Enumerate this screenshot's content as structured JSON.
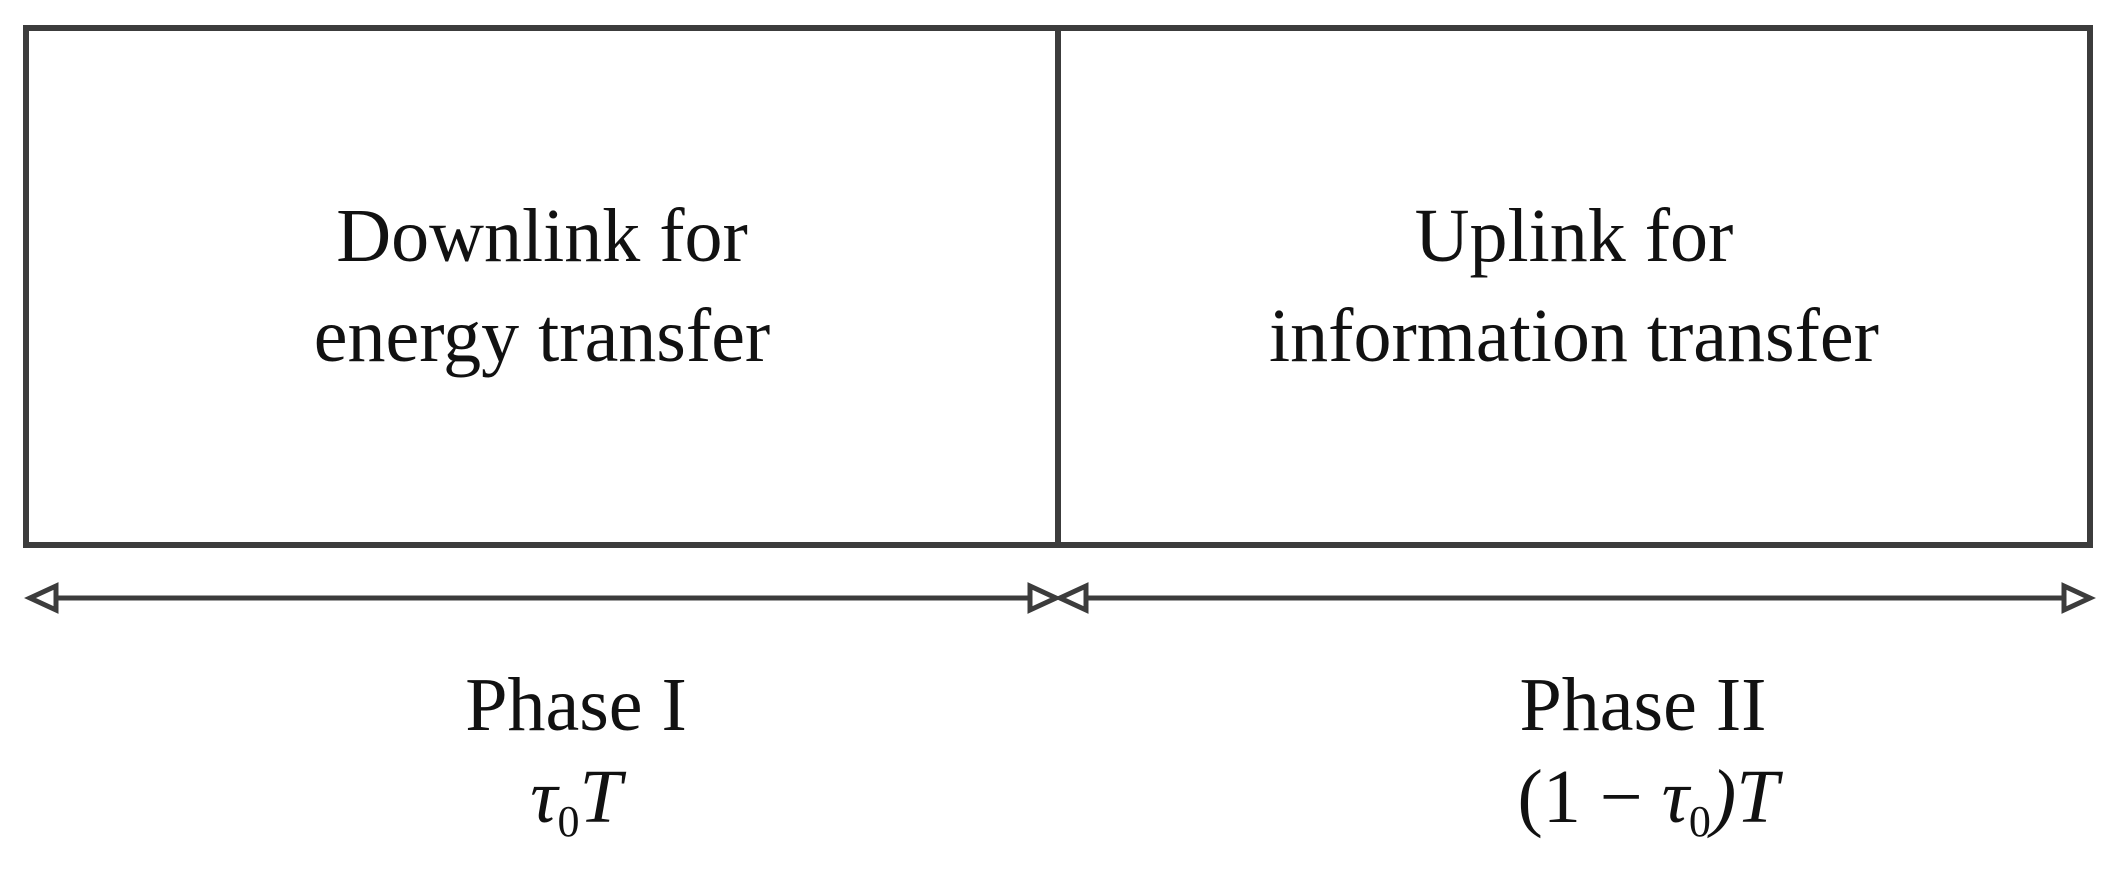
{
  "segments": [
    {
      "line1": "Downlink for",
      "line2": "energy transfer"
    },
    {
      "line1": "Uplink for",
      "line2": "information transfer"
    }
  ],
  "phases": [
    {
      "title": "Phase I",
      "duration": {
        "prefix": "",
        "symbol": "τ",
        "subscript": "0",
        "suffix": "T"
      }
    },
    {
      "title": "Phase II",
      "duration": {
        "prefix": "(1 − ",
        "symbol": "τ",
        "subscript": "0",
        "suffix": ")T"
      }
    }
  ],
  "colors": {
    "stroke": "#3c3c3c",
    "text": "#111111",
    "background": "#ffffff"
  }
}
